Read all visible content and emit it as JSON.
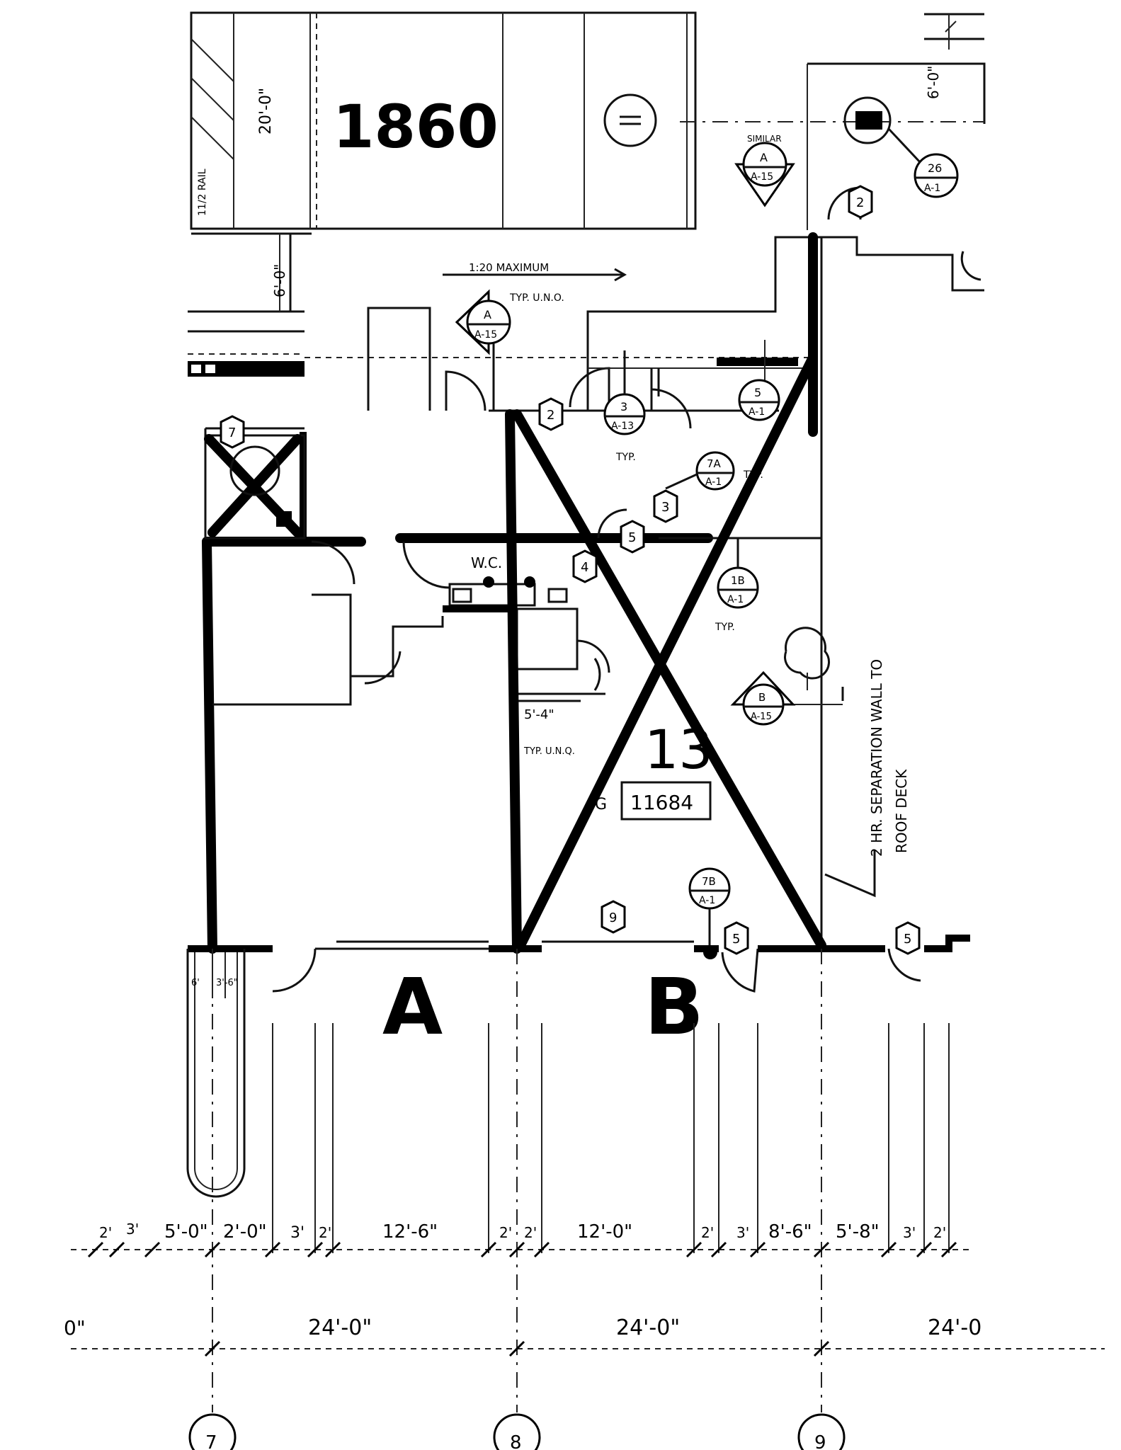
{
  "building_number": "1860",
  "units": {
    "a": "A",
    "b": "B"
  },
  "unit_b_number": "13",
  "suite_number": "11684",
  "suite_prefix": "G",
  "notes": {
    "maximum": "1:20 MAXIMUM",
    "typ_upper": "TYP. U.N.O.",
    "similar": "SIMILAR",
    "typ": "TYP.",
    "typ_b": "TYP.",
    "typ_c": "TYP.",
    "typ_unq": "TYP. U.N.Q.",
    "dim_541": "5'-4\"",
    "vertical_note_1": "2 HR. SEPARATION WALL TO",
    "vertical_note_2": "ROOF DECK",
    "rail": "11/2 RAIL",
    "wc": "W.C."
  },
  "callouts": [
    {
      "top": "A",
      "bottom": "A-15"
    },
    {
      "top": "A",
      "bottom": "A-15"
    },
    {
      "top": "3",
      "bottom": "A-13"
    },
    {
      "top": "5",
      "bottom": "A-1"
    },
    {
      "top": "7A",
      "bottom": "A-1"
    },
    {
      "top": "1B",
      "bottom": "A-1"
    },
    {
      "top": "B",
      "bottom": "A-15"
    },
    {
      "top": "7B",
      "bottom": "A-1"
    },
    {
      "top": "26",
      "bottom": "A-1"
    }
  ],
  "hex_tags": [
    "2",
    "2",
    "3",
    "5",
    "4",
    "9",
    "5",
    "5",
    "7"
  ],
  "dims_upper": {
    "d20": "20'-0\"",
    "d6": "6'-0\""
  },
  "entry_dims": [
    "6'",
    "3'-6\""
  ],
  "dimension_row": [
    "2'",
    "3'",
    "5'-0\"",
    "2'-0\"",
    "3'",
    "2'",
    "12'-6\"",
    "2'",
    "2'",
    "12'-0\"",
    "2'",
    "3'",
    "8'-6\"",
    "5'-8\"",
    "3'",
    "2'"
  ],
  "overall_dims": [
    "0\"",
    "24'-0\"",
    "24'-0\"",
    "24'-0"
  ],
  "grid_lines": [
    "7",
    "8",
    "9"
  ]
}
